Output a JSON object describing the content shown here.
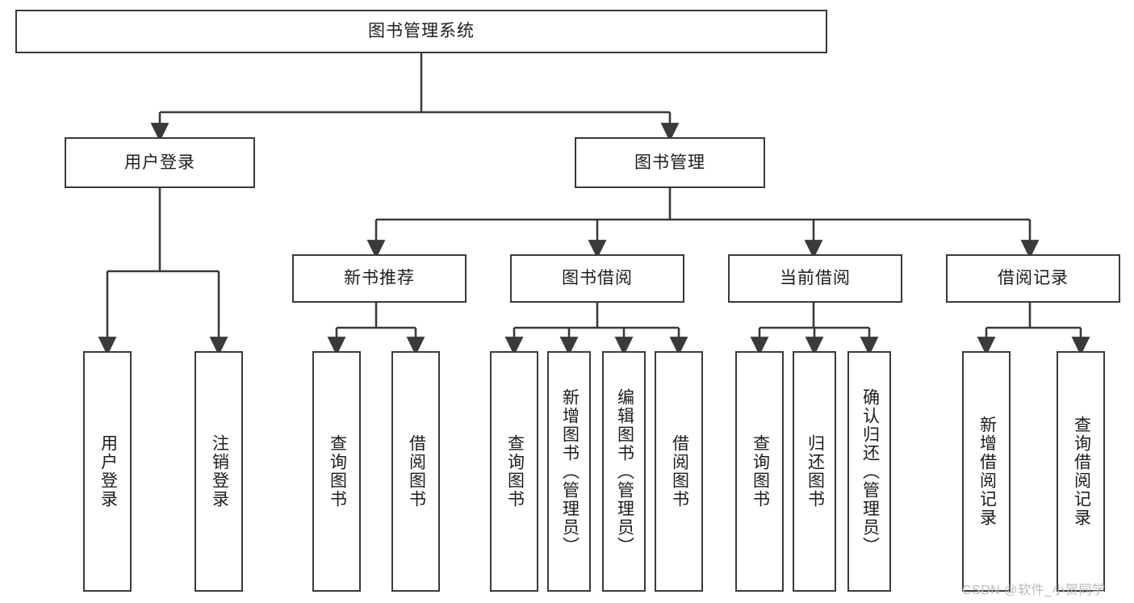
{
  "diagram": {
    "type": "tree-hierarchy",
    "title": "图书管理系统",
    "watermark": "CSDN @软件_小贺同学",
    "colors": {
      "box_border": "#3a3a3a",
      "box_fill": "#ffffff",
      "connector": "#3a3a3a",
      "text": "#1c1c1c",
      "watermark": "#b9b9b9",
      "background": "#ffffff"
    },
    "root": {
      "label": "图书管理系统"
    },
    "level2": [
      {
        "label": "用户登录"
      },
      {
        "label": "图书管理"
      }
    ],
    "level3": [
      {
        "label": "新书推荐"
      },
      {
        "label": "图书借阅"
      },
      {
        "label": "当前借阅"
      },
      {
        "label": "借阅记录"
      }
    ],
    "leaves": {
      "user_login": [
        {
          "label": "用户登录"
        },
        {
          "label": "注销登录"
        }
      ],
      "new_book_recommend": [
        {
          "label": "查询图书"
        },
        {
          "label": "借阅图书"
        }
      ],
      "book_borrow": [
        {
          "label": "查询图书"
        },
        {
          "label": "新增图书（管理员）"
        },
        {
          "label": "编辑图书（管理员）"
        },
        {
          "label": "借阅图书"
        }
      ],
      "current_borrow": [
        {
          "label": "查询图书"
        },
        {
          "label": "归还图书"
        },
        {
          "label": "确认归还（管理员）"
        }
      ],
      "borrow_record": [
        {
          "label": "新增借阅记录"
        },
        {
          "label": "查询借阅记录"
        }
      ]
    }
  }
}
